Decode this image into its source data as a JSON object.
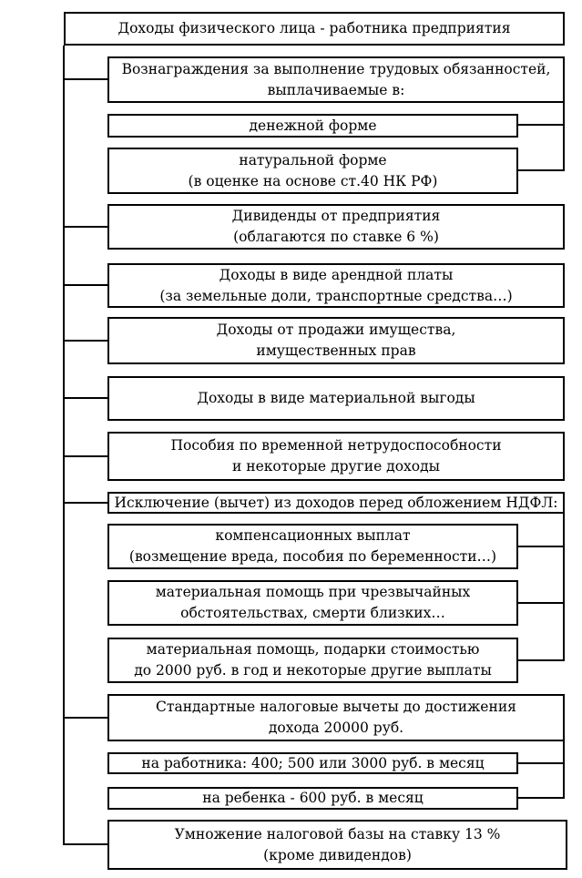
{
  "colors": {
    "background": "#ffffff",
    "line": "#000000",
    "text": "#000000",
    "box_fill": "#ffffff"
  },
  "diagram": {
    "title": "Доходы физического лица - работника предприятия",
    "boxes": [
      {
        "id": "employee-incomes",
        "text": "Доходы физического лица - работника предприятия"
      },
      {
        "id": "remuneration",
        "text": "Вознаграждения за выполнение трудовых обязанностей,\nвыплачиваемые в:"
      },
      {
        "id": "cash-form",
        "text": "денежной форме"
      },
      {
        "id": "in-kind-form",
        "text": "натуральной форме\n(в оценке на основе ст.40 НК РФ)"
      },
      {
        "id": "dividends",
        "text": "Дивиденды от предприятия\n(облагаются по ставке 6 %)"
      },
      {
        "id": "rent-income",
        "text": "Доходы в виде арендной платы\n(за земельные доли, транспортные средства…)"
      },
      {
        "id": "property-sale",
        "text": "Доходы от продажи имущества,\nимущественных прав"
      },
      {
        "id": "material-benefit",
        "text": "Доходы в виде материальной выгоды"
      },
      {
        "id": "disability-benefits",
        "text": "Пособия по временной нетрудоспособности\nи некоторые другие доходы"
      },
      {
        "id": "deduction-exclusion",
        "text": "Исключение (вычет) из доходов перед обложением НДФЛ:"
      },
      {
        "id": "compensation-payments",
        "text": "компенсационных выплат\n(возмещение вреда, пособия по беременности…)"
      },
      {
        "id": "material-aid-emergency",
        "text": "материальная помощь при чрезвычайных\nобстоятельствах, смерти близких…"
      },
      {
        "id": "material-aid-gifts",
        "text": "материальная помощь, подарки стоимостью\nдо 2000 руб. в год и некоторые другие выплаты"
      },
      {
        "id": "standard-deductions",
        "text": "Стандартные налоговые вычеты до достижения\nдохода 20000 руб."
      },
      {
        "id": "employee-deduction",
        "text": "на работника: 400; 500 или 3000 руб. в месяц"
      },
      {
        "id": "child-deduction",
        "text": "на ребенка - 600 руб. в месяц"
      },
      {
        "id": "tax-base-multiplication",
        "text": "Умножение налоговой базы на ставку 13 %\n(кроме дивидендов)"
      }
    ]
  }
}
